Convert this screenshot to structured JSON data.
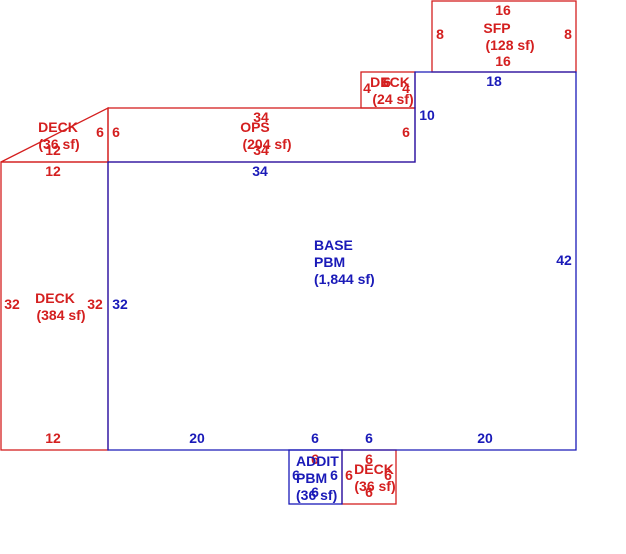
{
  "colors": {
    "base": "#1a1ab8",
    "addition": "#d41f1f"
  },
  "base": {
    "name_line1": "BASE",
    "name_line2": "PBM",
    "area": "(1,844 sf)",
    "dims": {
      "top_left": "34",
      "top_right": "18",
      "step": "10",
      "right": "42",
      "left": "32",
      "bottom_left": "20",
      "bottom_mid_a": "6",
      "bottom_mid_b": "6",
      "bottom_right": "20"
    }
  },
  "sfp": {
    "name": "SFP",
    "area": "(128 sf)",
    "top": "16",
    "bottom": "16",
    "left": "8",
    "right": "8"
  },
  "deck_top": {
    "name": "DECK",
    "area": "(24 sf)",
    "top_a": "6",
    "top_b": "6",
    "left": "4",
    "right": "4"
  },
  "ops": {
    "name": "OPS",
    "area": "(204 sf)",
    "top": "34",
    "bottom": "34",
    "left": "6",
    "right": "6"
  },
  "deck_upper_left": {
    "name": "DECK",
    "area": "(36 sf)",
    "inner": "12",
    "right": "6",
    "bottom": "12"
  },
  "deck_left": {
    "name": "DECK",
    "area": "(384 sf)",
    "left": "32",
    "right": "32",
    "bottom": "12"
  },
  "addit": {
    "name_line1": "ADDIT",
    "name_line2": "PBM",
    "area": "(36 sf)",
    "top": "6",
    "bottom": "6",
    "left": "6",
    "right": "6"
  },
  "deck_bottom": {
    "name": "DECK",
    "area": "(36 sf)",
    "top": "6",
    "bottom": "6",
    "left": "6",
    "right": "6"
  }
}
